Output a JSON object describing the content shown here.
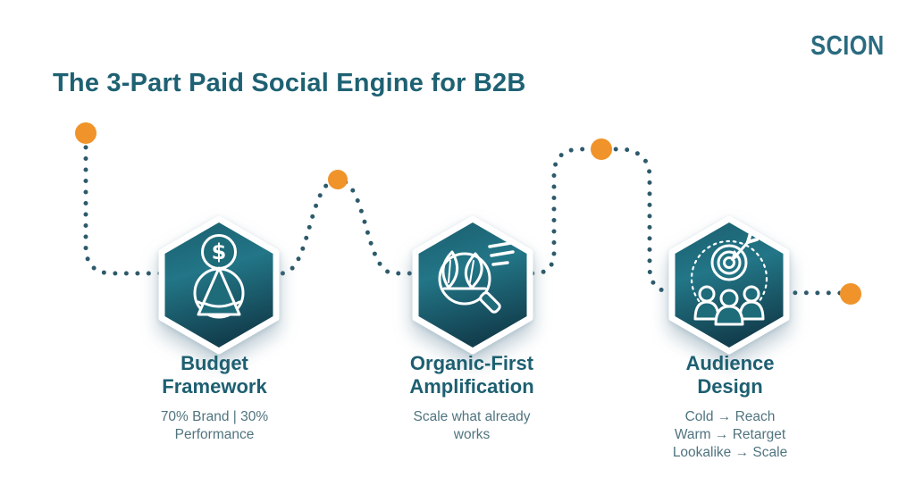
{
  "brand": {
    "name": "SCION"
  },
  "header": {
    "title": "The 3-Part Paid Social Engine for B2B"
  },
  "steps": [
    {
      "id": "budget-framework",
      "icon": "money-pie-pyramid-icon",
      "title_line1": "Budget",
      "title_line2": "Framework",
      "sub_line1": "70% Brand | 30%",
      "sub_line2": "Performance",
      "sub_line3": ""
    },
    {
      "id": "organic-first-amplification",
      "icon": "leaf-magnifier-icon",
      "title_line1": "Organic-First",
      "title_line2": "Amplification",
      "sub_line1": "Scale what already",
      "sub_line2": "works",
      "sub_line3": ""
    },
    {
      "id": "audience-design",
      "icon": "target-audience-icon",
      "title_line1": "Audience",
      "title_line2": "Design",
      "sub_line1": "Cold → Reach",
      "sub_line2": "Warm → Retarget",
      "sub_line3": "Lookalike → Scale"
    }
  ],
  "colors": {
    "title_teal": "#1E6173",
    "heading_teal": "#1D5F71",
    "subtext_gray_teal": "#50747F",
    "hexagon_gradient_top": "#1A5C6D",
    "hexagon_gradient_mid": "#227687",
    "hexagon_gradient_bottom": "#123E4D",
    "accent_orange": "#F0932A",
    "path_dot_teal": "#2D5A6B"
  }
}
